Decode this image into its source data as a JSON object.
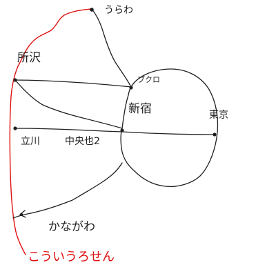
{
  "map": {
    "colors": {
      "ink": "#1f1f1f",
      "red_line": "#e01010"
    },
    "labels": {
      "urawa": "うらわ",
      "tokorozawa": "所沢",
      "ikebukuro": "ブクロ",
      "shinjuku": "新宿",
      "tokyo": "東京",
      "tachikawa": "立川",
      "chuo_line": "中央也2",
      "kanagawa": "かながわ",
      "red_line": "こういうろせん"
    }
  }
}
